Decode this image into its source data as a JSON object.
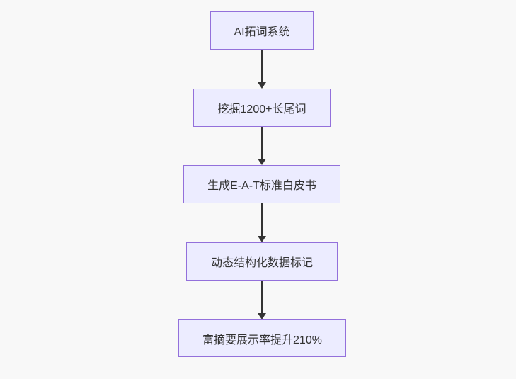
{
  "diagram": {
    "type": "flowchart",
    "direction": "top-down",
    "nodes": [
      {
        "id": "A",
        "label": "AI拓词系统"
      },
      {
        "id": "B",
        "label": "挖掘1200+长尾词"
      },
      {
        "id": "C",
        "label": "生成E-A-T标准白皮书"
      },
      {
        "id": "D",
        "label": "动态结构化数据标记"
      },
      {
        "id": "E",
        "label": "富摘要展示率提升210%"
      }
    ],
    "edges": [
      {
        "from": "A",
        "to": "B",
        "style": "arrow-down"
      },
      {
        "from": "B",
        "to": "C",
        "style": "arrow-down"
      },
      {
        "from": "C",
        "to": "D",
        "style": "arrow-down"
      },
      {
        "from": "D",
        "to": "E",
        "style": "arrow-down"
      }
    ],
    "colors": {
      "node_fill": "#ececff",
      "node_border": "#9370db",
      "node_text": "#333333",
      "arrow": "#333333",
      "background": "#f8f8f8"
    }
  }
}
